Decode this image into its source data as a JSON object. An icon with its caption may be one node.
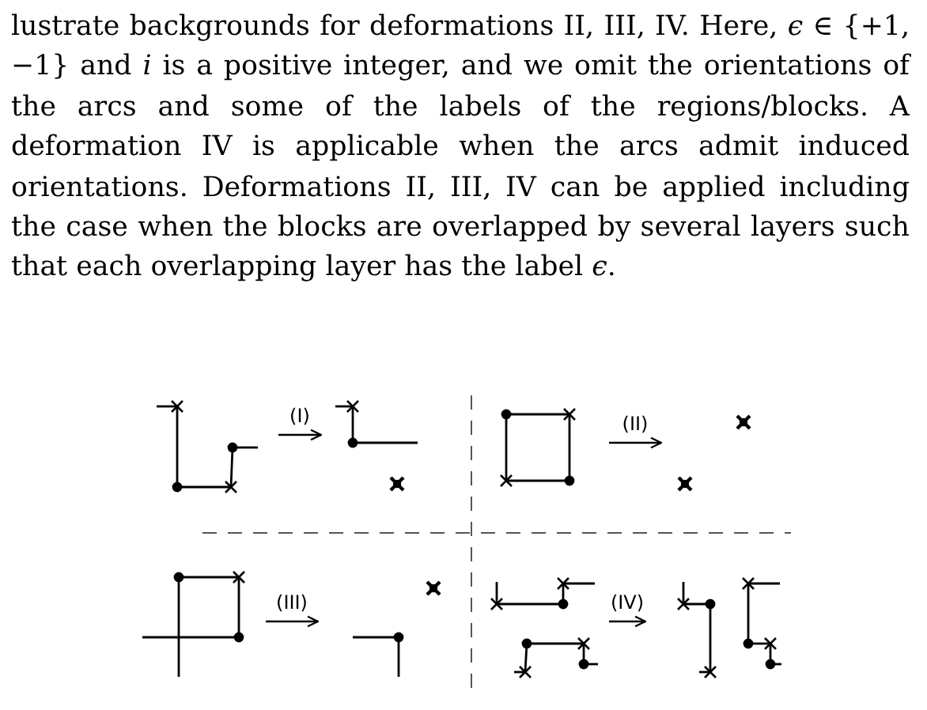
{
  "diagram": {
    "nodes": [
      {
        "text": [],
        "shape": "picture"
      },
      {
        "text": [],
        "shape": "picture"
      },
      {
        "text": [],
        "shape": "picture"
      },
      {
        "text": [],
        "shape": "picture"
      },
      {
        "text": [],
        "shape": "picture"
      },
      {
        "text": [],
        "shape": "picture"
      },
      {
        "text": [],
        "shape": "picture"
      },
      {
        "text": [],
        "shape": "picture"
      }
    ],
    "edges": [
      {
        "from": 0,
        "to": 1,
        "arrow": "to",
        "label": "(I)"
      },
      {
        "from": 2,
        "to": 3,
        "arrow": "to",
        "label": "(II)"
      },
      {
        "from": 4,
        "to": 5,
        "arrow": "to",
        "label": "(III)"
      },
      {
        "from": 6,
        "to": 7,
        "arrow": "to",
        "label": "(IV)"
      }
    ],
    "labels": [
      "lustrate backgrounds for deformations II, III, IV. Here, *ϵ* ∈ {+1, −1} and *i* is a positive integer, and we omit the orientations of the arcs and some of the labels of the regions/blocks. A deformation IV is applicable when the arcs admit induced orientations. Deformations II, III, IV can be applied including the case when the blocks are overlapped by several layers such that each overlapping layer has the label *ϵ*."
    ]
  }
}
